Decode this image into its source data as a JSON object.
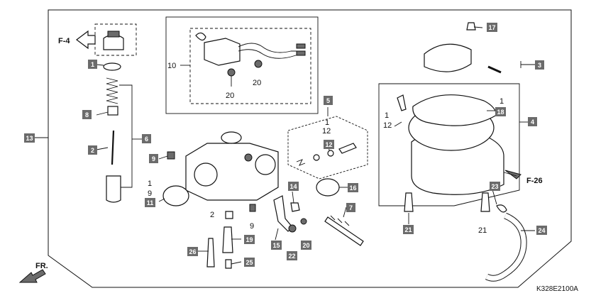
{
  "refs": {
    "f4": "F-4",
    "f26": "F-26",
    "fr": "FR."
  },
  "callouts": {
    "c10": "10",
    "c20a": "20",
    "c20b": "20",
    "c1a": "1",
    "c9a": "9",
    "c2": "2",
    "c9b": "9",
    "c1b": "1",
    "c12a": "12",
    "c1c": "1",
    "c12b": "12",
    "c1d": "1",
    "c21a": "21"
  },
  "boxes": {
    "b1": "1",
    "b8": "8",
    "b2": "2",
    "b13": "13",
    "b6": "6",
    "b9": "9",
    "b11": "11",
    "b5": "5",
    "b12": "12",
    "b18": "18",
    "b4": "4",
    "b3": "3",
    "b17": "17",
    "b16": "16",
    "b7": "7",
    "b14": "14",
    "b15": "15",
    "b22": "22",
    "b20": "20",
    "b19": "19",
    "b25": "25",
    "b26": "26",
    "b21": "21",
    "b23": "23",
    "b24": "24"
  },
  "diagram_code": "K328E2100A"
}
